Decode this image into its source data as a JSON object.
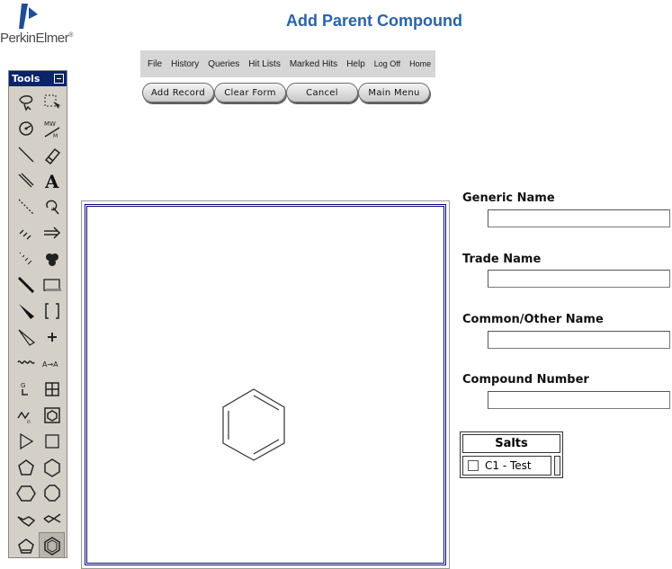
{
  "brand": {
    "name": "PerkinElmer",
    "mark": "®",
    "logo_color": "#1f4e96"
  },
  "page": {
    "title": "Add Parent Compound",
    "title_color": "#2b63a8"
  },
  "menu": {
    "items": [
      "File",
      "History",
      "Queries",
      "Hit Lists",
      "Marked Hits",
      "Help",
      "Log Off",
      "Home"
    ]
  },
  "buttons": {
    "add_record": "Add Record",
    "clear_form": "Clear Form",
    "cancel": "Cancel",
    "main_menu": "Main Menu"
  },
  "tools": {
    "title": "Tools",
    "icons": [
      "lasso-select-icon",
      "marquee-select-icon",
      "rotate-icon",
      "mass-fragment-icon",
      "single-bond-icon",
      "eraser-icon",
      "double-bond-icon",
      "text-icon",
      "dashed-bond-icon",
      "orbital-icon",
      "hashed-bond-icon",
      "arrow-icon",
      "hashed-wedge-icon",
      "orbitals-icon",
      "bold-bond-icon",
      "rectangle-icon",
      "wedge-bond-icon",
      "brackets-icon",
      "hollow-wedge-icon",
      "charge-icon",
      "wavy-bond-icon",
      "atom-map-icon",
      "generic-group-icon",
      "table-icon",
      "chain-icon",
      "template-icon",
      "triangle-icon",
      "square-icon",
      "pentagon-icon",
      "hexagon-icon",
      "hexagon-alt-icon",
      "octagon-icon",
      "chair-cyclohexane-icon",
      "boat-cyclohexane-icon",
      "cyclopentadiene-icon",
      "benzene-icon"
    ],
    "selected": "benzene-icon",
    "palette_bg": "#d4d0c8",
    "titlebar_color": "#0a246a"
  },
  "canvas": {
    "structure": "benzene",
    "frame_color": "#0a0a7a"
  },
  "form": {
    "generic_name": {
      "label": "Generic Name",
      "value": ""
    },
    "trade_name": {
      "label": "Trade Name",
      "value": ""
    },
    "common_name": {
      "label": "Common/Other Name",
      "value": ""
    },
    "compound_number": {
      "label": "Compound Number",
      "value": ""
    }
  },
  "salts": {
    "header": "Salts",
    "items": [
      {
        "label": "C1 - Test",
        "checked": false
      }
    ]
  }
}
